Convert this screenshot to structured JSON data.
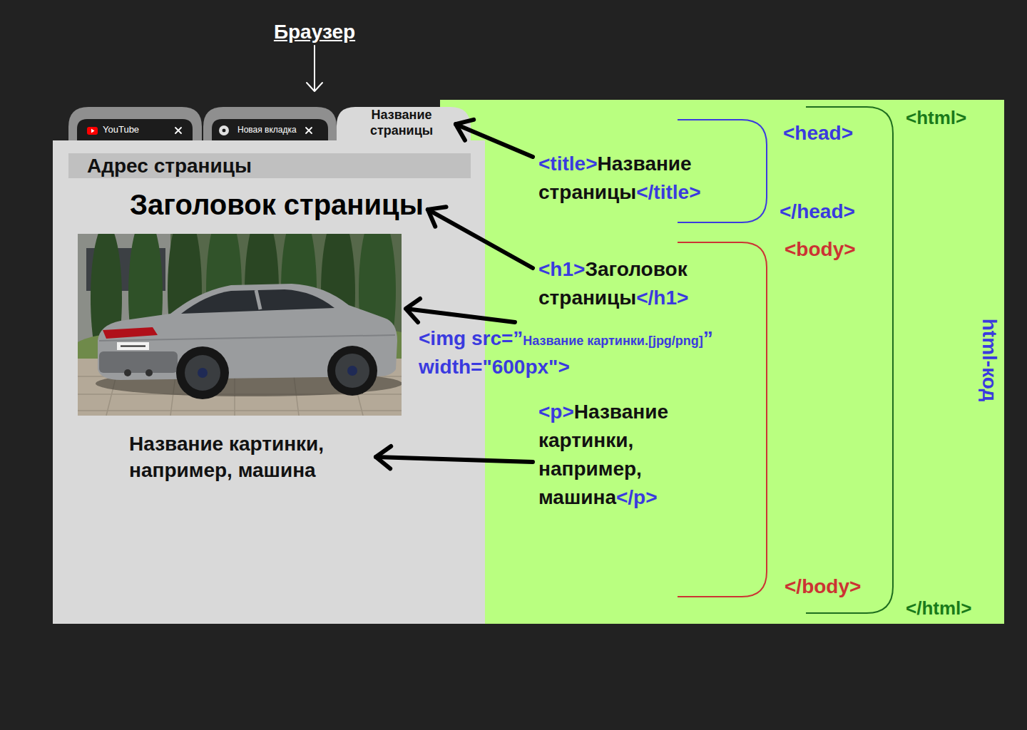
{
  "diagram": {
    "nodes": [
      {
        "text": [
          "Браузер"
        ]
      },
      {
        "text": [
          "YouTube"
        ],
        "in": 0
      },
      {
        "text": [
          "Новая вкладка"
        ],
        "in": 0
      },
      {
        "text": [
          "Название страницы"
        ],
        "in": 0
      },
      {
        "text": [
          "Адрес страницы"
        ],
        "in": 0
      },
      {
        "text": [
          "Заголовок страницы"
        ],
        "in": 0
      },
      {
        "text": [
          "Название картинки, например, машина"
        ],
        "in": 0
      },
      {
        "text": [
          "html-код"
        ]
      },
      {
        "text": [
          "<title>",
          "Название страницы",
          "</title>"
        ],
        "in": 7
      },
      {
        "text": [
          "<h1>",
          "Заголовок страницы",
          "</h1>"
        ],
        "in": 7
      },
      {
        "text": [
          "<img src=”",
          "Название картинки.[jpg/png]",
          "”",
          "width=\"600px\">"
        ],
        "in": 7
      },
      {
        "text": [
          "<p>",
          "Название картинки, например, машина",
          "</p>"
        ],
        "in": 7
      }
    ],
    "edges": [
      {
        "from": 8,
        "to": 3,
        "arrow": "to"
      },
      {
        "from": 9,
        "to": 5,
        "arrow": "to"
      },
      {
        "from": 11,
        "to": 6,
        "arrow": "to"
      }
    ],
    "labels": [
      "<head>",
      "</head>",
      "<body>",
      "</body>",
      "<html>",
      "</html>"
    ]
  }
}
